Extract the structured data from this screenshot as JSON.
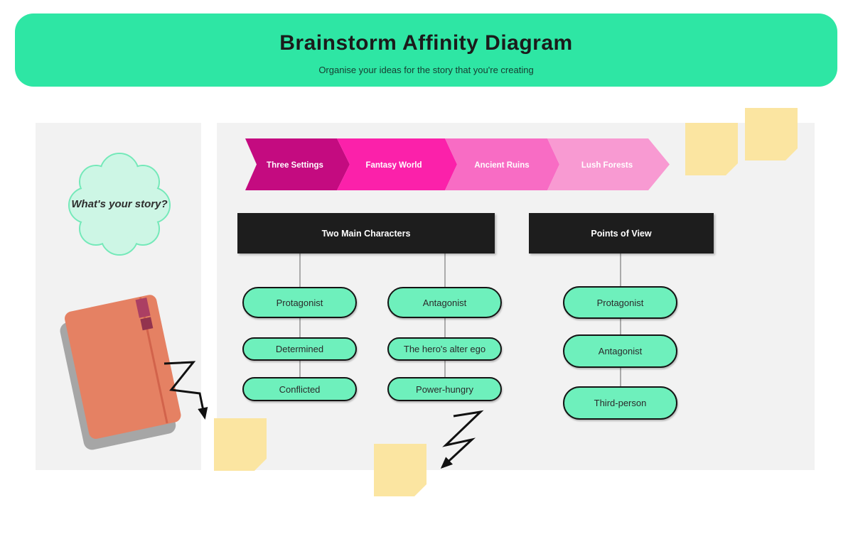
{
  "header": {
    "title": "Brainstorm Affinity Diagram",
    "subtitle": "Organise your ideas for the story that you're creating",
    "bg_color": "#2ee6a4"
  },
  "thought_bubble": {
    "text": "What's your story?",
    "fill": "#cdf6e5",
    "border": "#74e9b9"
  },
  "chevron_banner": {
    "segments": [
      {
        "label": "Three Settings",
        "color": "#c40b80"
      },
      {
        "label": "Fantasy World",
        "color": "#fb21aa"
      },
      {
        "label": "Ancient Ruins",
        "color": "#f86cc4"
      },
      {
        "label": "Lush Forests",
        "color": "#f89ad2"
      }
    ]
  },
  "groups": [
    {
      "title": "Two Main Characters",
      "columns": [
        {
          "items": [
            "Protagonist",
            "Determined",
            "Conflicted"
          ]
        },
        {
          "items": [
            "Antagonist",
            "The hero's alter ego",
            "Power-hungry"
          ]
        }
      ]
    },
    {
      "title": "Points of View",
      "columns": [
        {
          "items": [
            "Protagonist",
            "Antagonist",
            "Third-person"
          ]
        }
      ]
    }
  ],
  "colors": {
    "node_green": "#6ef0bc",
    "category_header": "#1d1d1d",
    "sticky_yellow": "#fbe5a1",
    "panel_gray": "#f2f2f2",
    "notebook_orange": "#e58163",
    "arrow_black": "#111111"
  }
}
